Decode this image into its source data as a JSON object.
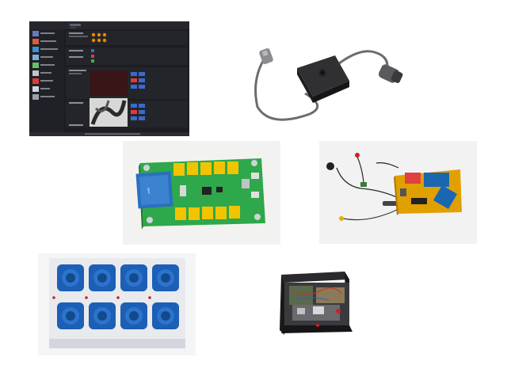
{
  "layout": {
    "background": "#ffffff"
  },
  "tiles": [
    {
      "id": "tile-1",
      "kind": "software-screenshot",
      "colors": {
        "bg": "#1c1d21",
        "panel": "#2a2b30",
        "accent": "#e88a00"
      },
      "sidebar_items": [
        "",
        "",
        "",
        "",
        "",
        "",
        "",
        "",
        ""
      ],
      "header_label": "",
      "footer_text": ""
    },
    {
      "id": "tile-2",
      "kind": "sensor-cable",
      "colors": {
        "box": "#3a3a3c",
        "cable": "#6c6c6c"
      }
    },
    {
      "id": "tile-3",
      "kind": "relay-board",
      "colors": {
        "pcb": "#2ea84a",
        "relay": "#f2c400"
      },
      "module_label": "XBee"
    },
    {
      "id": "tile-4",
      "kind": "prototype-board",
      "colors": {
        "pcb": "#e0a000",
        "module": "#1a66b0"
      }
    },
    {
      "id": "tile-5",
      "kind": "power-outlet-box",
      "colors": {
        "socket": "#1d5fb4",
        "box": "#e8eaee"
      }
    },
    {
      "id": "tile-6",
      "kind": "enclosure-electronics",
      "colors": {
        "case": "#1e1e20"
      }
    }
  ]
}
